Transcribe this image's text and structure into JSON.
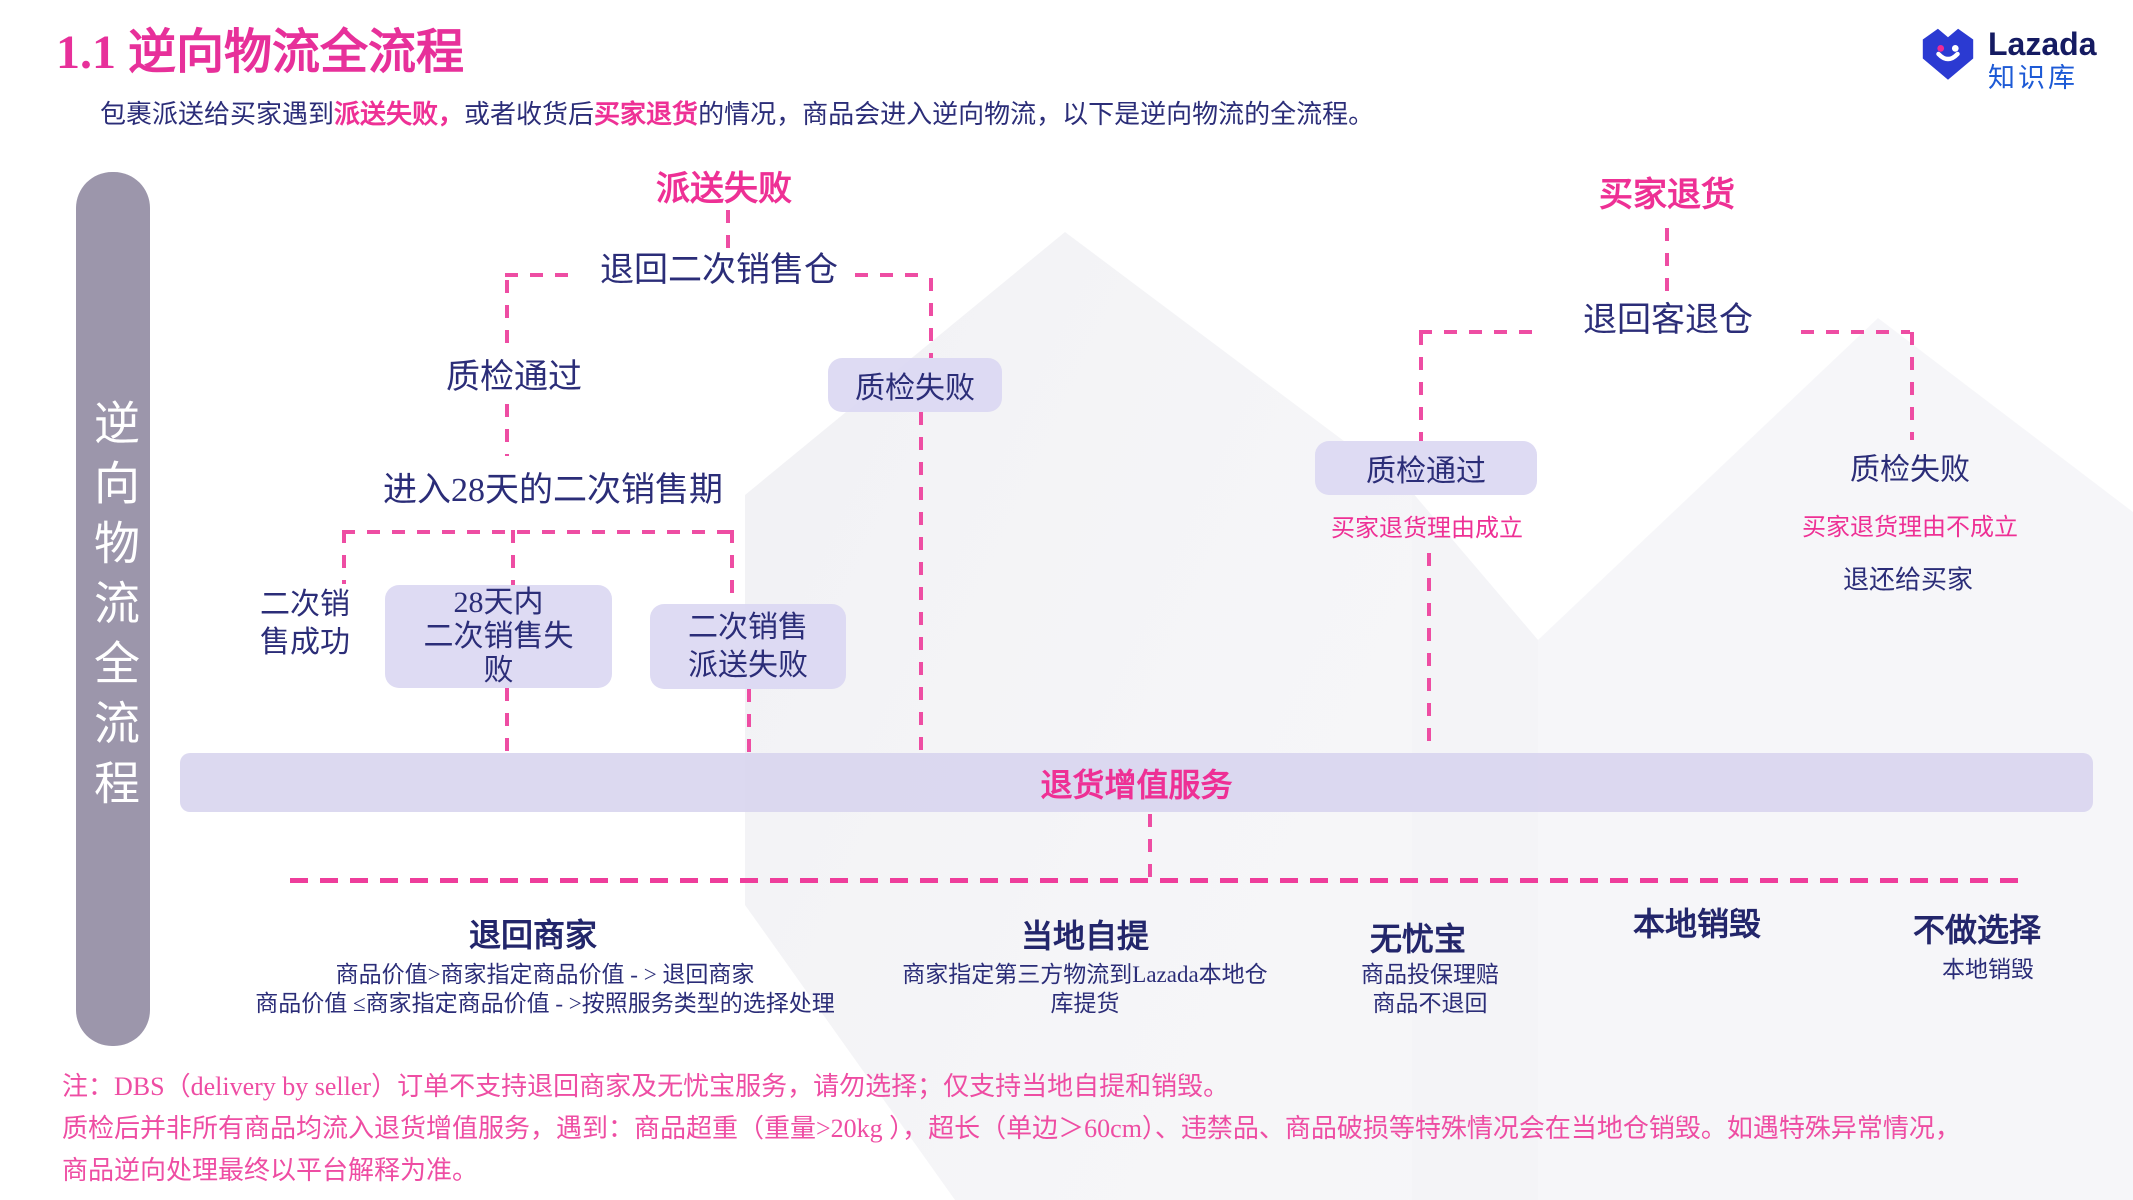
{
  "page": {
    "title": "1.1 逆向物流全流程"
  },
  "logo": {
    "brand": "Lazada",
    "sub": "知识库"
  },
  "intro": {
    "pre": "包裹派送给买家遇到",
    "hl1": "派送失败，",
    "mid": "或者收货后",
    "hl2": "买家退货",
    "post": "的情况，商品会进入逆向物流，以下是逆向物流的全流程。"
  },
  "sidebar": {
    "label": "逆向物流全流程"
  },
  "flow": {
    "delivery_fail": {
      "title": "派送失败",
      "return_wh": "退回二次销售仓",
      "qc_pass": "质检通过",
      "qc_fail": "质检失败",
      "resale_period": "进入28天的二次销售期",
      "resale_success": "二次销\n售成功",
      "resale_fail": "28天内\n二次销售失\n败",
      "resale_delivery_fail": "二次销售\n派送失败"
    },
    "buyer_return": {
      "title": "买家退货",
      "return_wh": "退回客退仓",
      "qc_pass": "质检通过",
      "qc_pass_note": "买家退货理由成立",
      "qc_fail": "质检失败",
      "qc_fail_note": "买家退货理由不成立",
      "qc_fail_action": "退还给买家"
    },
    "vas_bar": "退货增值服务",
    "options": [
      {
        "title": "退回商家",
        "desc": "商品价值>商家指定商品价值 - > 退回商家\n商品价值 ≤商家指定商品价值 - >按照服务类型的选择处理"
      },
      {
        "title": "当地自提",
        "desc": "商家指定第三方物流到Lazada本地仓库提货"
      },
      {
        "title": "无忧宝",
        "desc": "商品投保理赔\n商品不退回"
      },
      {
        "title": "本地销毁",
        "desc": ""
      },
      {
        "title": "不做选择",
        "desc": "本地销毁"
      }
    ]
  },
  "notes": [
    "注：DBS（delivery by seller）订单不支持退回商家及无忧宝服务，请勿选择；仅支持当地自提和销毁。",
    "质检后并非所有商品均流入退货增值服务，遇到：商品超重（重量>20kg ），超长（单边＞60cm）、违禁品、商品破损等特殊情况会在当地仓销毁。如遇特殊异常情况，",
    "商品逆向处理最终以平台解释为准。"
  ],
  "colors": {
    "accent_pink": "#ee3095",
    "dash_pink": "#ee4da3",
    "navy": "#2b2d78",
    "lavender_box": "#dbd8f2",
    "sidebar_gray": "#9c96ab",
    "logo_blue": "#2b3ad2",
    "kb_blue": "#1d5ad6"
  }
}
